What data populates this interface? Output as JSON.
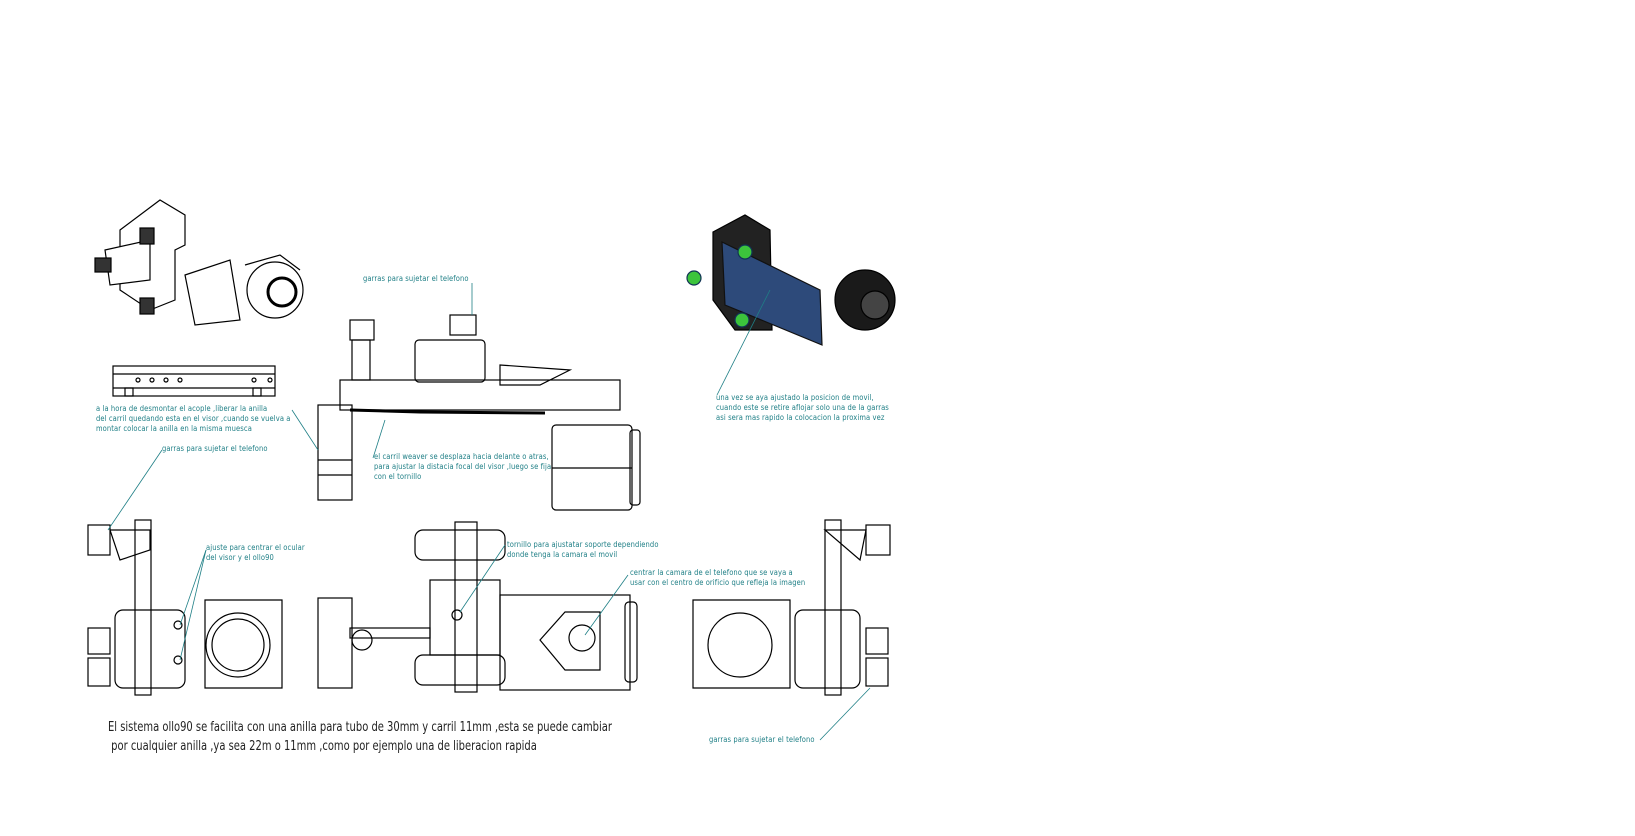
{
  "annotations": {
    "ring_release": "a la hora de desmontar el acople ,liberar la anilla\ndel carril quedando esta en el visor ,cuando se vuelva a\nmontar colocar la anilla en la misma muesca",
    "claws_top": "garras para sujetar el telefono",
    "claws_left": "garras para sujetar el telefono",
    "claws_bottom_right": "garras para sujetar el telefono",
    "weaver_rail": "el carril weaver se desplaza hacia delante o atras,\npara ajustar la distacia focal del visor ,luego se fija\ncon el tornillo",
    "phone_position": "una vez se aya ajustado la posicion de movil,\ncuando este se retire aflojar solo una de la garras\nasi sera mas rapido la colocacion la proxima vez",
    "ocular_center": "ajuste para centrar el ocular\ndel visor y el ollo90",
    "screw_adjust": "tornillo para ajustatar soporte dependiendo\ndonde tenga la camara el movil",
    "camera_center": "centrar la camara de el telefono que se vaya a\nusar con el centro de orificio que refleja la imagen"
  },
  "caption": "El sistema ollo90 se facilita con una anilla para tubo de 30mm y carril 11mm ,esta se puede cambiar\n por cualquier anilla ,ya sea 22m o 11mm ,como por ejemplo una de liberacion rapida",
  "colors": {
    "annotation": "#1f7f86",
    "phone": "#2d4a7a",
    "knob": "#3cc43c",
    "line": "#000000"
  }
}
